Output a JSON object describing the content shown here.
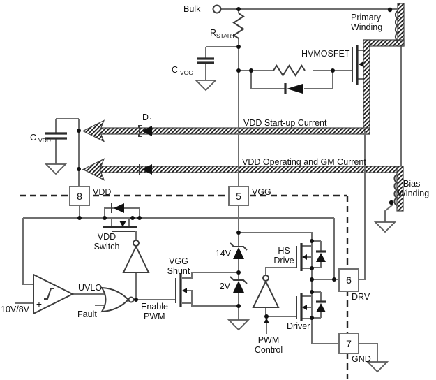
{
  "diagram": {
    "title_hint": "VDD start-up and operating current schematic",
    "terminals": {
      "bulk": "Bulk"
    },
    "components": {
      "rstart_main": "R",
      "rstart_sub": "START",
      "cvgg_main": "C",
      "cvgg_sub": "VGG",
      "cvdd_main": "C",
      "cvdd_sub": "VDD",
      "d1_main": "D",
      "d1_sub": "1",
      "hvmosfet": "HVMOSFET",
      "primary_line1": "Primary",
      "primary_line2": "Winding",
      "bias_line1": "Bias",
      "bias_line2": "Winding",
      "vdd_switch_line1": "VDD",
      "vdd_switch_line2": "Switch",
      "vgg_shunt_line1": "VGG",
      "vgg_shunt_line2": "Shunt",
      "zener_14v": "14V",
      "zener_2v": "2V",
      "hs_drive_line1": "HS",
      "hs_drive_line2": "Drive",
      "driver": "Driver"
    },
    "signals": {
      "uvlo": "UVLO",
      "fault": "Fault",
      "threshold": "10V/8V",
      "plus": "+",
      "enable_line1": "Enable",
      "enable_line2": "PWM",
      "pwm_line1": "PWM",
      "pwm_line2": "Control"
    },
    "currents": {
      "startup": "VDD Start-up Current",
      "operating": "VDD Operating and GM Current"
    },
    "pins": [
      {
        "number": "8",
        "name": "VDD"
      },
      {
        "number": "5",
        "name": "VGG"
      },
      {
        "number": "6",
        "name": "DRV"
      },
      {
        "number": "7",
        "name": "GND"
      }
    ],
    "colors": {
      "background": "#ffffff",
      "wire": "#6f6f6f",
      "component": "#111111",
      "boundary_dash": "#222222"
    }
  }
}
